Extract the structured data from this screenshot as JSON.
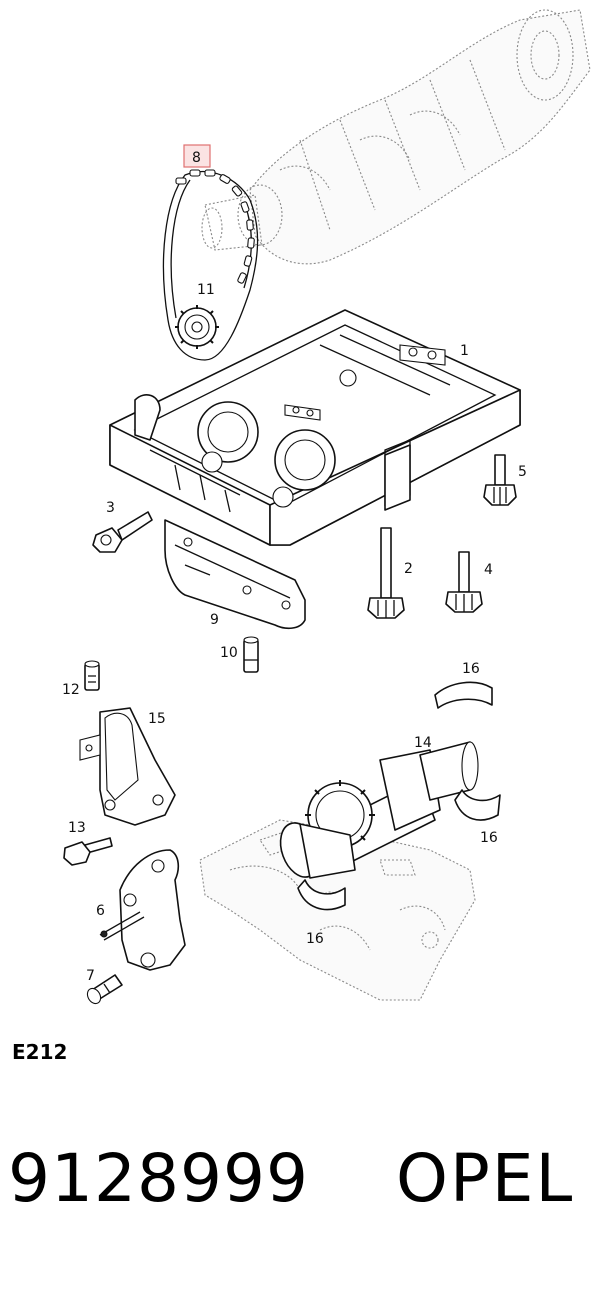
{
  "callouts": {
    "c1": "1",
    "c2": "2",
    "c3": "3",
    "c4": "4",
    "c5": "5",
    "c6": "6",
    "c7": "7",
    "c8": "8",
    "c9": "9",
    "c10": "10",
    "c11": "11",
    "c12": "12",
    "c13": "13",
    "c14": "14",
    "c15": "15",
    "c16a": "16",
    "c16b": "16",
    "c16c": "16"
  },
  "highlighted_callout": "8",
  "highlight_color": "#e07070",
  "diagram_code": "E212",
  "part_number": "9128999",
  "brand": "OPEL"
}
